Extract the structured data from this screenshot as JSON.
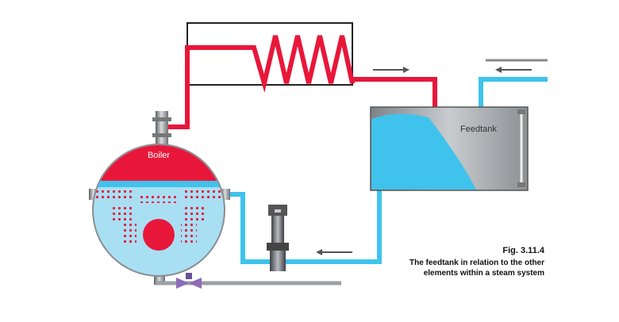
{
  "labels": {
    "boiler": "Boiler",
    "feedtank": "Feedtank"
  },
  "caption": {
    "figure_number": "Fig. 3.11.4",
    "text": "The feedtank in relation to the other elements within a steam system"
  },
  "colors": {
    "steam": "#e8173a",
    "water": "#3fc3ec",
    "boiler_water": "#a9dff3",
    "metal": "#8a8e92",
    "frame": "#222222",
    "valve": "#8d6bb8"
  },
  "icons": [
    "steam-coil-icon",
    "pump-icon",
    "valve-icon",
    "sight-glass-icon"
  ]
}
